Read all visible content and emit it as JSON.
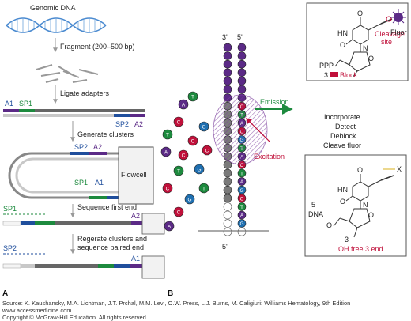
{
  "panel_a": {
    "label": "A",
    "genomic_dna": "Genomic DNA",
    "fragment": "Fragment (200–500 bp)",
    "ligate": "Ligate adapters",
    "a1": "A1",
    "sp1": "SP1",
    "sp2": "SP2",
    "a2": "A2",
    "generate": "Generate clusters",
    "flowcell": "Flowcell",
    "sequence_first": "Sequence first end",
    "regenerate_1": "Regerate clusters and",
    "regenerate_2": "sequence paired end"
  },
  "panel_b": {
    "label": "B",
    "strand_top_left": "3'",
    "strand_top_right": "5'",
    "strand_bottom": "5'",
    "emission": "Emission",
    "excitation": "Excitation",
    "free_nucleotides": [
      "A",
      "C",
      "G",
      "T",
      "C",
      "C",
      "T",
      "A",
      "G",
      "T",
      "C",
      "G",
      "C",
      "A",
      "T",
      "C"
    ],
    "new_strand": [
      "C",
      "T",
      "A",
      "C",
      "G",
      "T",
      "A",
      "C",
      "T",
      "A",
      "G",
      "C",
      "T",
      "A",
      "G"
    ],
    "steps": [
      "Incorporate",
      "Detect",
      "Deblock",
      "Cleave fluor"
    ]
  },
  "chem_top": {
    "ppp": "PPP",
    "three": "3",
    "block": "Block",
    "o_top": "O",
    "hn": "HN",
    "o_mid": "O",
    "n": "N",
    "o_ring": "O",
    "cleavage_1": "Cleavage",
    "cleavage_2": "site",
    "fluor": "Fluor"
  },
  "chem_bottom": {
    "five": "5",
    "dna": "DNA",
    "o_link": "O",
    "o_top": "O",
    "hn": "HN",
    "o_mid": "O",
    "n": "N",
    "o_ring": "O",
    "three": "3",
    "x": "X",
    "free_end": "OH free 3  end"
  },
  "footer": {
    "source": "Source: K. Kaushansky, M.A. Lichtman, J.T. Prchal, M.M. Levi, O.W. Press, L.J. Burns, M. Caligiuri: Williams Hematology, 9th Edition",
    "site": "www.accessmedicine.com",
    "copyright": "Copyright © McGraw-Hill Education.  All rights reserved."
  },
  "colors": {
    "A": "#5b2a86",
    "C": "#c0103a",
    "G": "#1f6fb0",
    "T": "#1d8a3e",
    "template": "#7a7a7a",
    "adapter_blue": "#1f4e9c",
    "adapter_green": "#1d8a3e",
    "adapter_purple": "#5b2a86",
    "red": "#c0103a"
  }
}
